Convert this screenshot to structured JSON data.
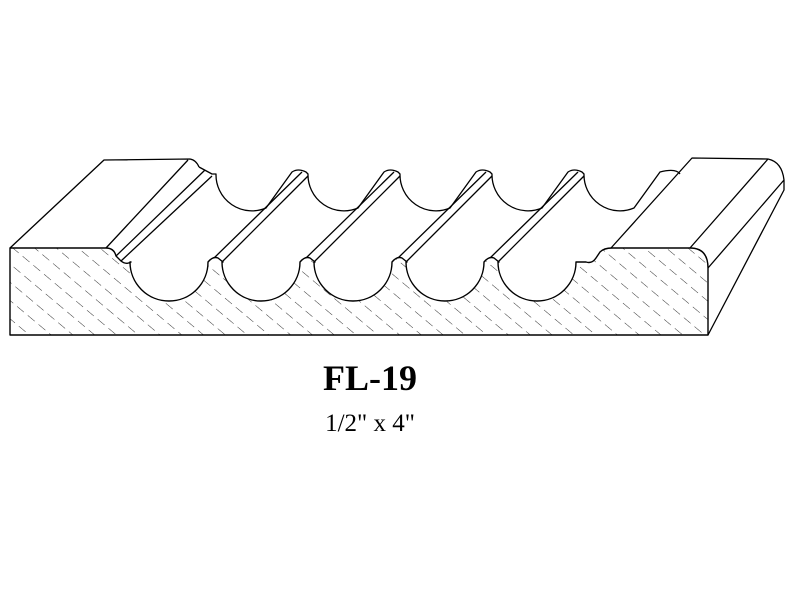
{
  "profile": {
    "part_number": "FL-19",
    "dimensions": "1/2\" x 4\"",
    "flute_count": 5
  },
  "colors": {
    "line": "#000000",
    "background": "#ffffff",
    "hatch": "#000000"
  }
}
